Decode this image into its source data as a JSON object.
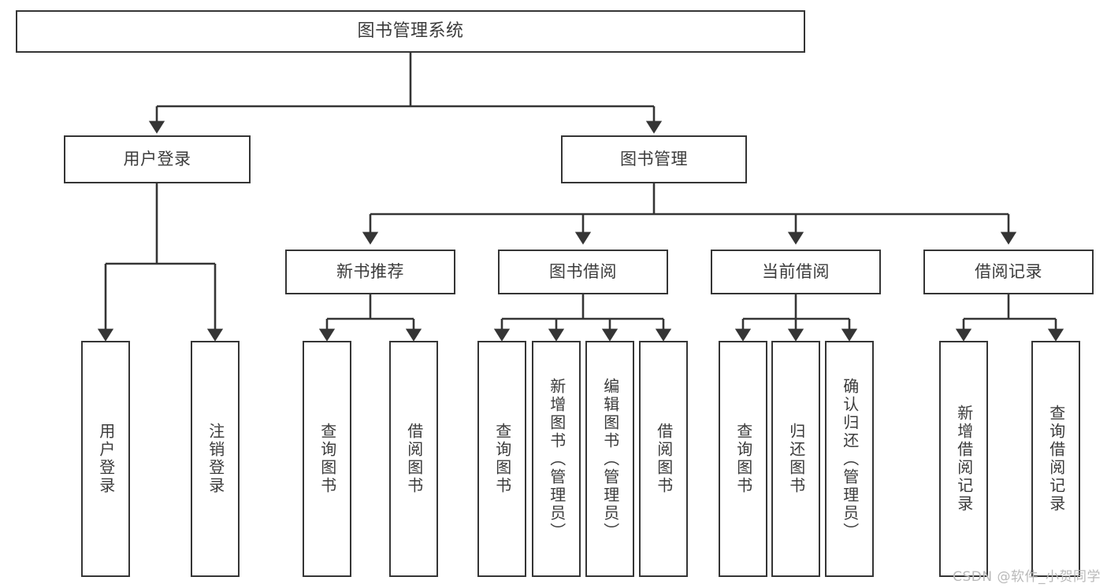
{
  "diagram": {
    "title": "图书管理系统",
    "type": "tree-hierarchy",
    "colors": {
      "stroke": "#353535",
      "text": "#3b3b3b",
      "background": "#ffffff",
      "watermark": "#b9b9b9"
    },
    "root": {
      "label": "图书管理系统"
    },
    "level2": [
      {
        "label": "用户登录"
      },
      {
        "label": "图书管理"
      }
    ],
    "level3": [
      {
        "label": "新书推荐"
      },
      {
        "label": "图书借阅"
      },
      {
        "label": "当前借阅"
      },
      {
        "label": "借阅记录"
      }
    ],
    "leaves": {
      "user_login": [
        {
          "label": "用户登录"
        },
        {
          "label": "注销登录"
        }
      ],
      "new_book_recommend": [
        {
          "label": "查询图书"
        },
        {
          "label": "借阅图书"
        }
      ],
      "book_borrow": [
        {
          "label": "查询图书"
        },
        {
          "label": "新增图书（管理员）"
        },
        {
          "label": "编辑图书（管理员）"
        },
        {
          "label": "借阅图书"
        }
      ],
      "current_borrow": [
        {
          "label": "查询图书"
        },
        {
          "label": "归还图书"
        },
        {
          "label": "确认归还（管理员）"
        }
      ],
      "borrow_record": [
        {
          "label": "新增借阅记录"
        },
        {
          "label": "查询借阅记录"
        }
      ]
    }
  },
  "watermark": {
    "text": "CSDN @软件_小贺同学"
  }
}
